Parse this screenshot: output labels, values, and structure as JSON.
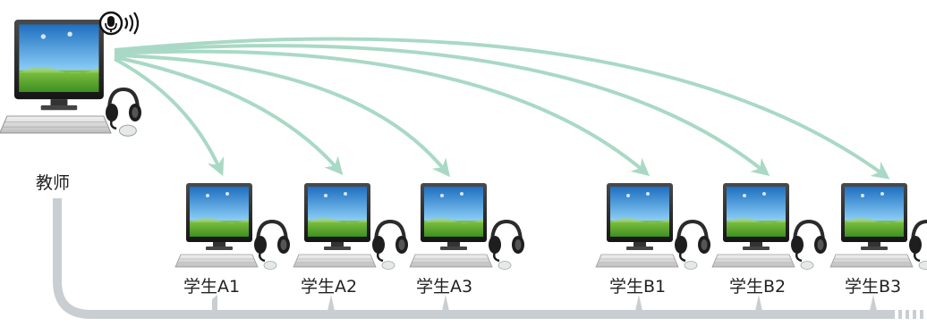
{
  "teacher": {
    "label": "教师"
  },
  "students": [
    {
      "label": "学生A1"
    },
    {
      "label": "学生A2"
    },
    {
      "label": "学生A3"
    },
    {
      "label": "学生B1"
    },
    {
      "label": "学生B2"
    },
    {
      "label": "学生B3"
    }
  ],
  "icons": {
    "broadcast": "microphone-broadcast-icon",
    "headset": "headset-icon",
    "computer": "desktop-computer-icon"
  },
  "colors": {
    "arrow": "#a9d9c6",
    "network": "#c9ced2",
    "screen_sky": "#3b8fd6",
    "screen_grass": "#6bb33a",
    "monitor": "#2a2a2a"
  }
}
